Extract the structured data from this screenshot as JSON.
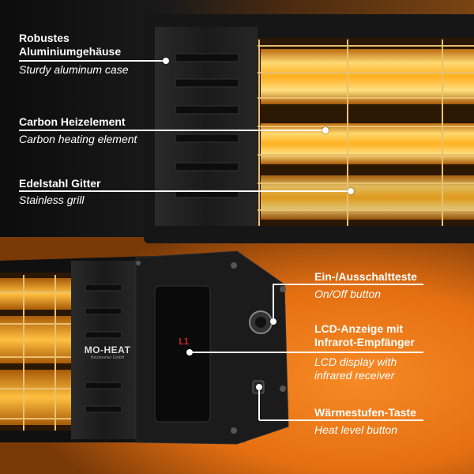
{
  "brand": "MO-HEAT",
  "brand_tagline": "Heizstrahler GmbH",
  "lcd_text": "L1",
  "callouts": {
    "case": {
      "de": "Robustes",
      "de2": "Aluminiumgehäuse",
      "en": "Sturdy aluminum case"
    },
    "carbon": {
      "de": "Carbon Heizelement",
      "en": "Carbon heating element"
    },
    "grill": {
      "de": "Edelstahl Gitter",
      "en": "Stainless grill"
    },
    "power": {
      "de": "Ein-/Ausschaltteste",
      "en": "On/Off button"
    },
    "lcd": {
      "de": "LCD-Anzeige mit",
      "de2": "Infrarot-Empfänger",
      "en": "LCD display with",
      "en2": "infrared receiver"
    },
    "heat": {
      "de": "Wärmestufen-Taste",
      "en": "Heat level button"
    }
  },
  "colors": {
    "accent_orange": "#f07a18",
    "glow": "#ffb020",
    "housing": "#1c1c1c"
  }
}
